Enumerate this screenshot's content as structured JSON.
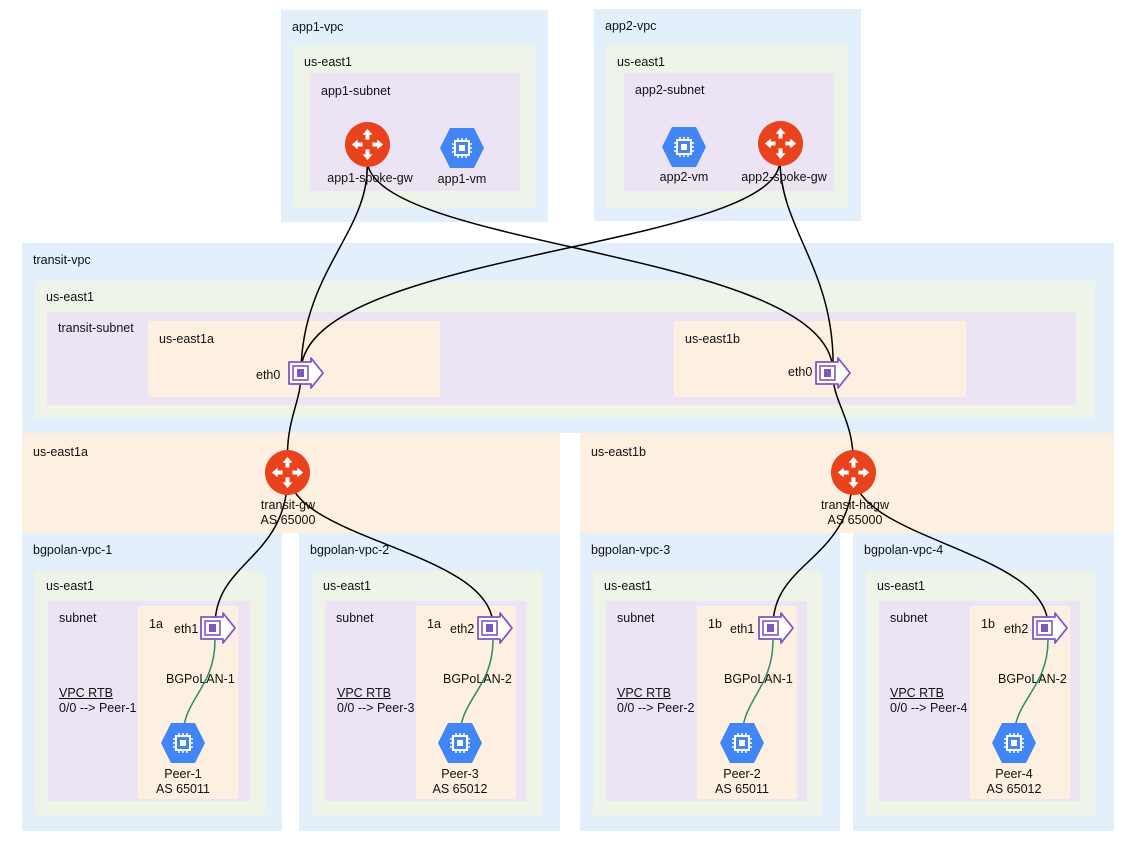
{
  "colors": {
    "vpc": "#e3f0fb",
    "region": "#eef5e8",
    "subnet": "#ece4f5",
    "az": "#fdf0e0",
    "gateway": "#e8431c",
    "vm": "#4285f4",
    "nic": "#7e57c2",
    "bgp_link": "#2e8b6e"
  },
  "app1": {
    "vpc": "app1-vpc",
    "region": "us-east1",
    "subnet": "app1-subnet",
    "gw": "app1-spoke-gw",
    "vm": "app1-vm"
  },
  "app2": {
    "vpc": "app2-vpc",
    "region": "us-east1",
    "subnet": "app2-subnet",
    "gw": "app2-spoke-gw",
    "vm": "app2-vm"
  },
  "transit": {
    "vpc": "transit-vpc",
    "region": "us-east1",
    "subnet": "transit-subnet",
    "az_a": "us-east1a",
    "az_b": "us-east1b",
    "nic_a": "eth0",
    "nic_b": "eth0"
  },
  "gw_a": {
    "zone": "us-east1a",
    "name": "transit-gw",
    "asn": "AS 65000"
  },
  "gw_b": {
    "zone": "us-east1b",
    "name": "transit-hagw",
    "asn": "AS 65000"
  },
  "bgp": [
    {
      "vpc": "bgpolan-vpc-1",
      "region": "us-east1",
      "subnet": "subnet",
      "zone": "1a",
      "nic": "eth1",
      "link": "BGPoLAN-1",
      "rtb_title": "VPC RTB",
      "rtb_route": "0/0 --> Peer-1",
      "peer": "Peer-1",
      "peer_asn": "AS 65011"
    },
    {
      "vpc": "bgpolan-vpc-2",
      "region": "us-east1",
      "subnet": "subnet",
      "zone": "1a",
      "nic": "eth2",
      "link": "BGPoLAN-2",
      "rtb_title": "VPC RTB",
      "rtb_route": "0/0 --> Peer-3",
      "peer": "Peer-3",
      "peer_asn": "AS 65012"
    },
    {
      "vpc": "bgpolan-vpc-3",
      "region": "us-east1",
      "subnet": "subnet",
      "zone": "1b",
      "nic": "eth1",
      "link": "BGPoLAN-1",
      "rtb_title": "VPC RTB",
      "rtb_route": "0/0 --> Peer-2",
      "peer": "Peer-2",
      "peer_asn": "AS 65011"
    },
    {
      "vpc": "bgpolan-vpc-4",
      "region": "us-east1",
      "subnet": "subnet",
      "zone": "1b",
      "nic": "eth2",
      "link": "BGPoLAN-2",
      "rtb_title": "VPC RTB",
      "rtb_route": "0/0 --> Peer-4",
      "peer": "Peer-4",
      "peer_asn": "AS 65012"
    }
  ]
}
